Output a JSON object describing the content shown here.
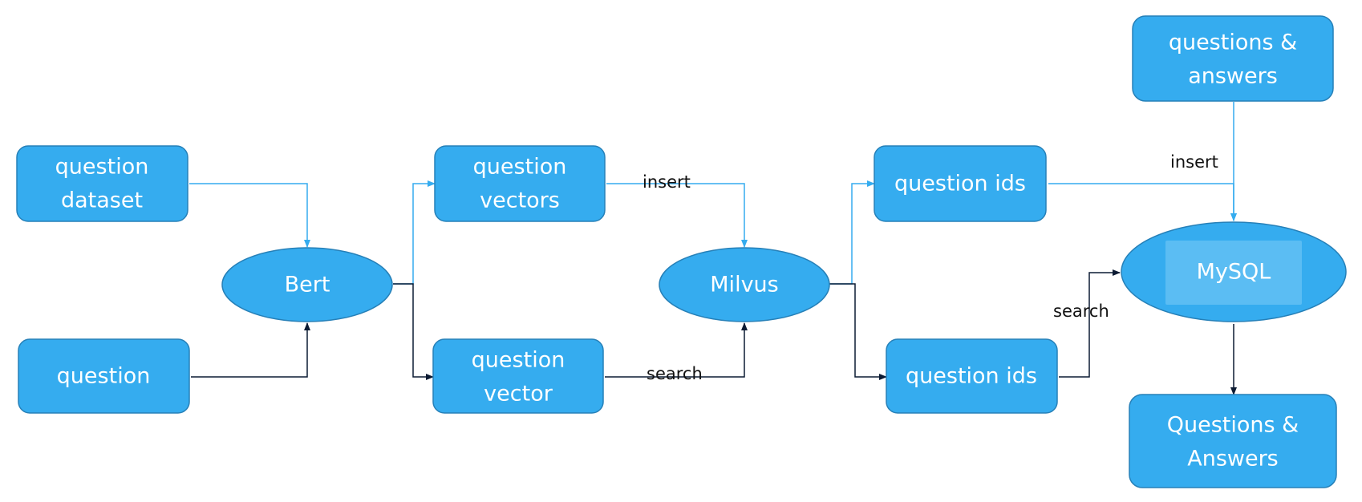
{
  "nodes": {
    "question_dataset": {
      "line1": "question",
      "line2": "dataset"
    },
    "question": {
      "label": "question"
    },
    "bert": {
      "label": "Bert"
    },
    "question_vectors": {
      "line1": "question",
      "line2": "vectors"
    },
    "question_vector": {
      "line1": "question",
      "line2": "vector"
    },
    "milvus": {
      "label": "Milvus"
    },
    "question_ids_top": {
      "label": "question ids"
    },
    "question_ids_bottom": {
      "label": "question ids"
    },
    "mysql": {
      "label": "MySQL"
    },
    "questions_answers_top": {
      "line1": "questions &",
      "line2": "answers"
    },
    "questions_answers_bottom": {
      "line1": "Questions &",
      "line2": "Answers"
    }
  },
  "edge_labels": {
    "insert_vectors": "insert",
    "search_vector": "search",
    "insert_answers": "insert",
    "search_ids": "search"
  },
  "colors": {
    "node_fill": "#35ACEF",
    "node_border": "#2680B8",
    "insert_flow": "#35ACEF",
    "search_flow": "#0C1B33"
  }
}
